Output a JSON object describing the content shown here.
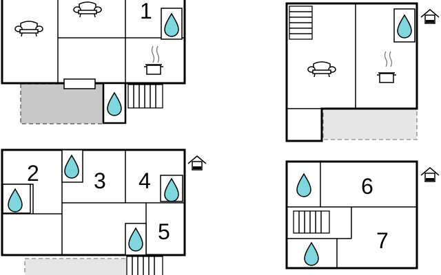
{
  "floor_plans": [
    {
      "id": "plan-top-left",
      "rooms": [
        "1"
      ]
    },
    {
      "id": "plan-top-right",
      "rooms": []
    },
    {
      "id": "plan-bottom-left",
      "rooms": [
        "2",
        "3",
        "4",
        "5"
      ]
    },
    {
      "id": "plan-bottom-right",
      "rooms": [
        "6",
        "7"
      ]
    }
  ],
  "room_labels": {
    "r1": "1",
    "r2": "2",
    "r3": "3",
    "r4": "4",
    "r5": "5",
    "r6": "6",
    "r7": "7"
  },
  "icons": [
    "sofa-icon",
    "water-drop-icon",
    "cooking-pot-icon",
    "stairs-icon",
    "house-level-icon"
  ],
  "colors": {
    "walls": "#000000",
    "water": "#7fd6dc",
    "terrace_dark": "#c8c8c8",
    "terrace_light": "#e6e6e6"
  }
}
